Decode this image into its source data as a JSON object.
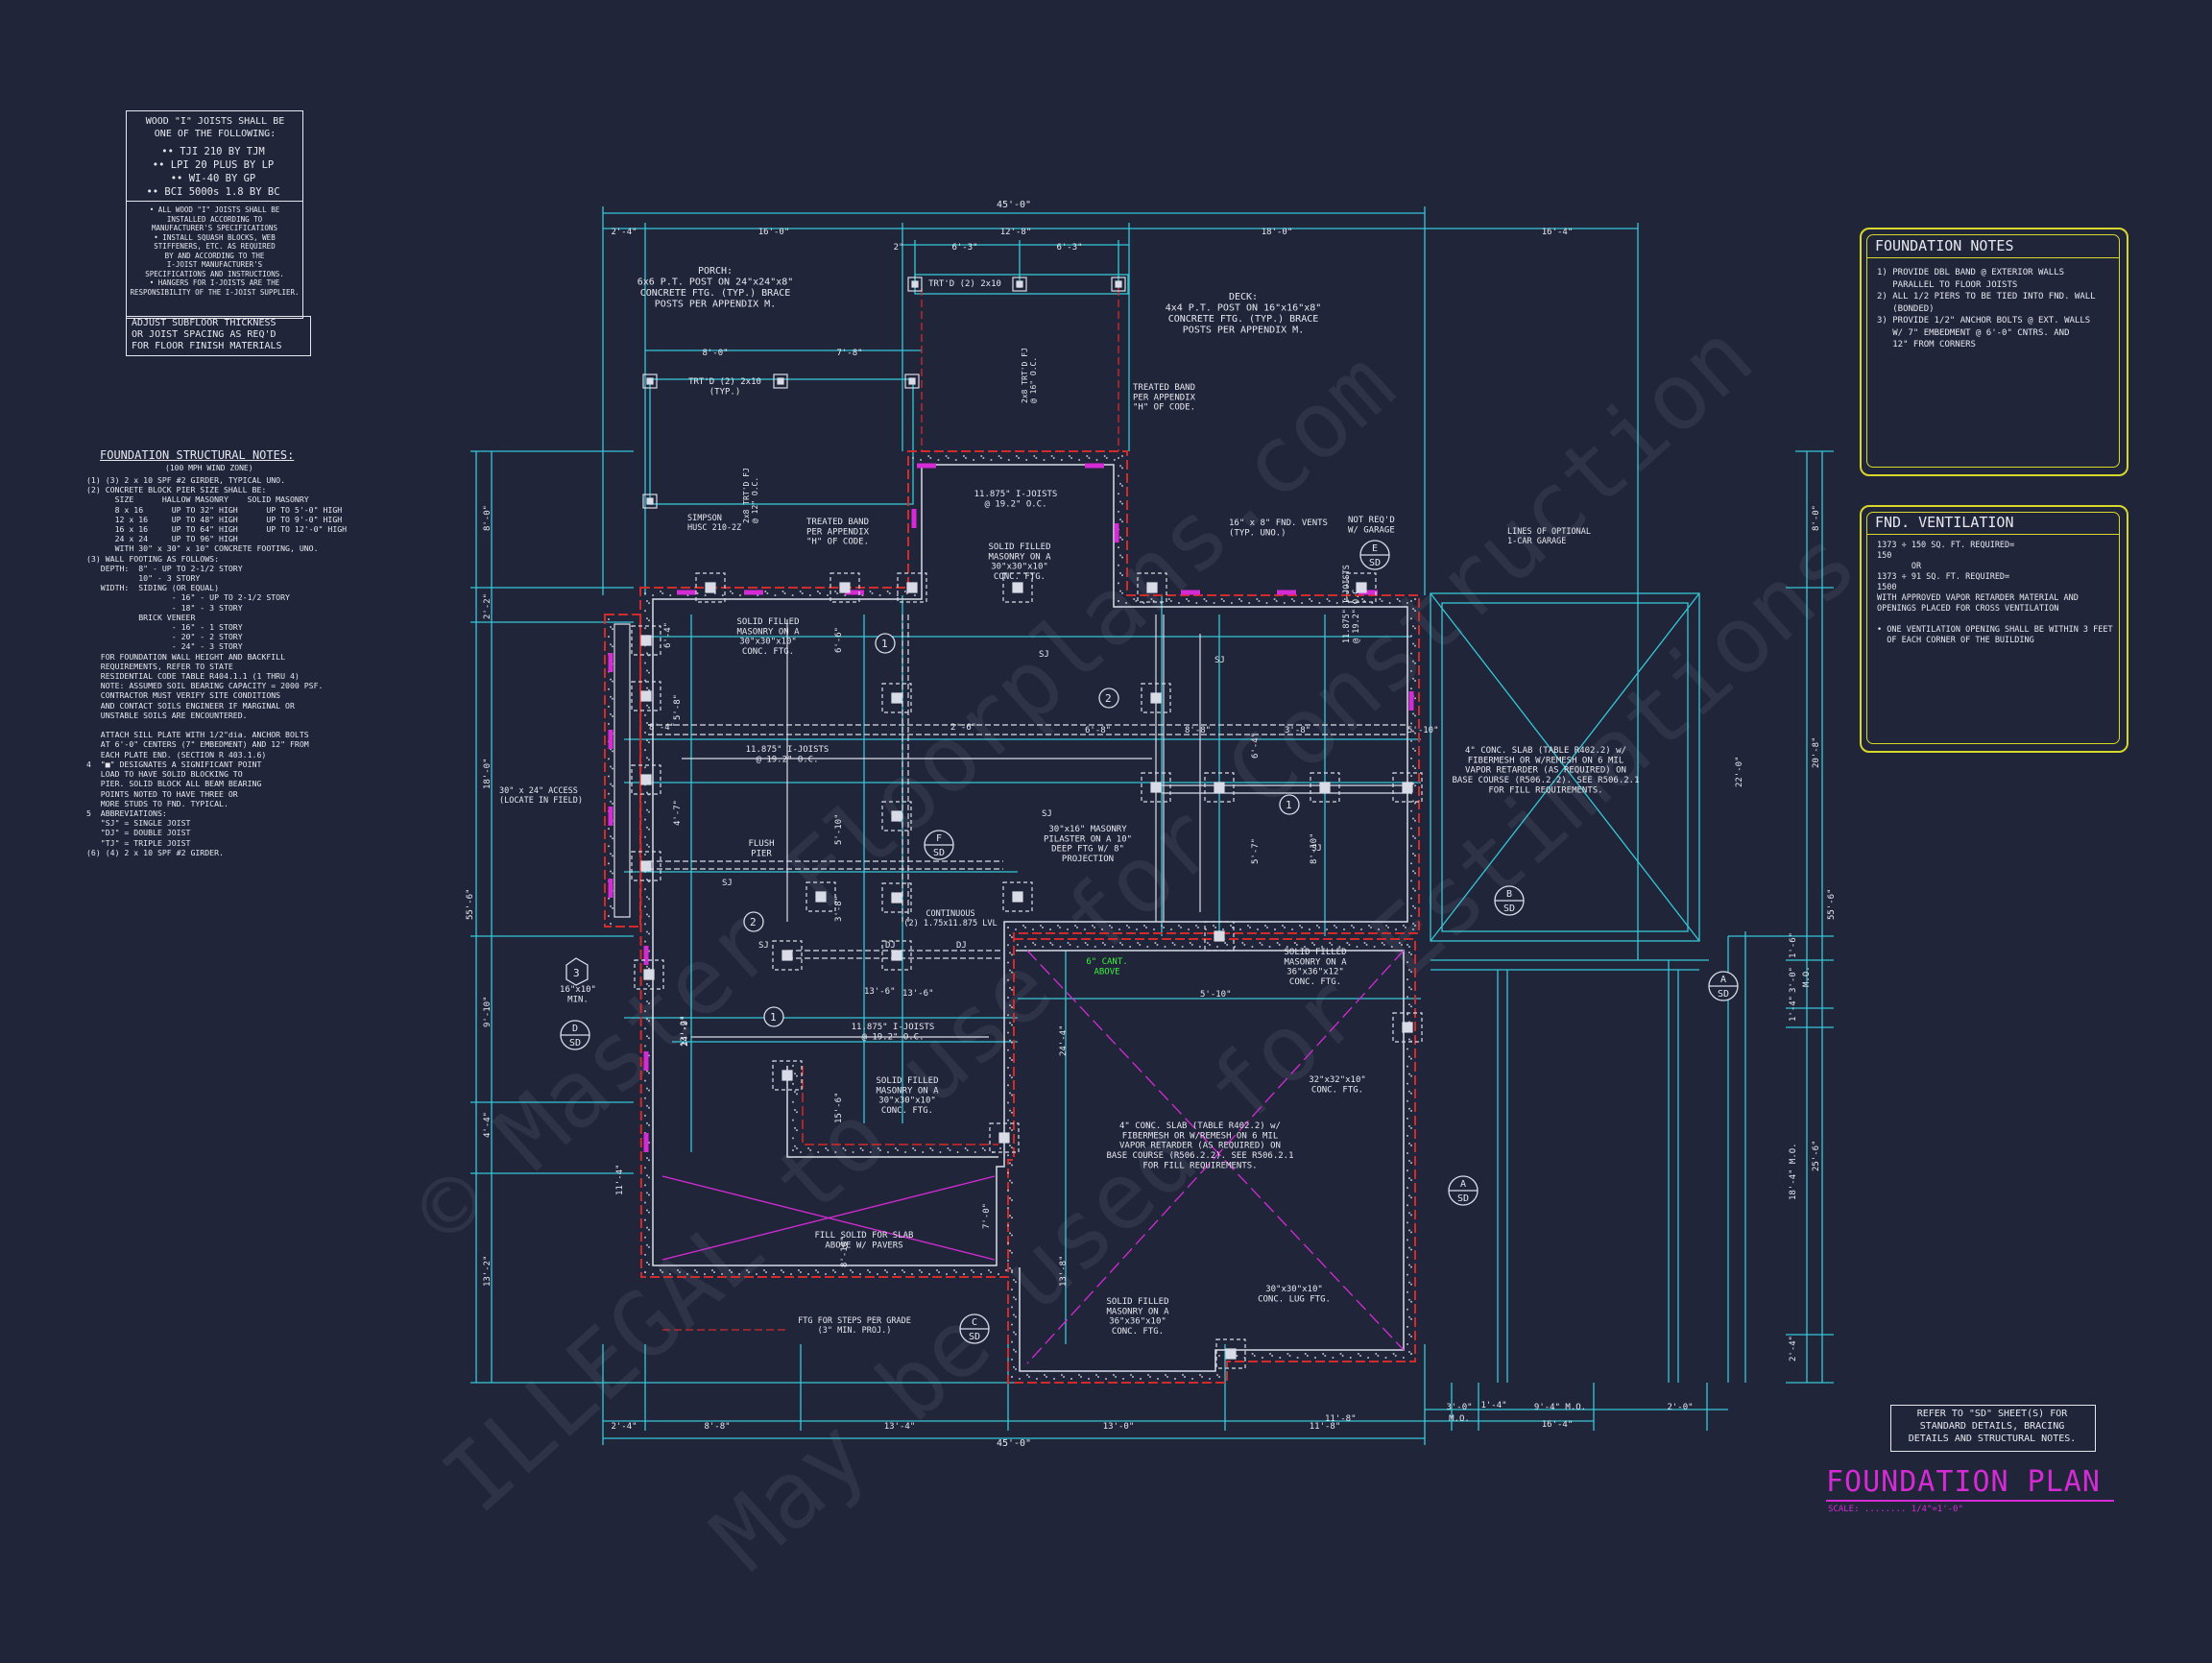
{
  "colors": {
    "background": "#21253a",
    "dimension": "#35c8d6",
    "wall": "#d9dce6",
    "magenta": "#d42bd4",
    "red": "#d22b2b",
    "yellow": "#d7d72c",
    "green": "#3df03d",
    "text": "#e6e8ee"
  },
  "watermark": {
    "line1": "© Master Floorplans.com",
    "line2": "ILLEGAL to use for Construction",
    "line3": "May be used for Estimations"
  },
  "joist_box": {
    "header": "WOOD \"I\" JOISTS SHALL BE\nONE OF THE FOLLOWING:",
    "options": "•• TJI 210 BY TJM\n•• LPI 20 PLUS BY LP\n•• WI-40 BY GP\n•• BCI 5000s 1.8 BY BC",
    "notes": "• ALL WOOD \"I\" JOISTS SHALL BE\nINSTALLED ACCORDING TO\nMANUFACTURER'S SPECIFICATIONS\n• INSTALL SQUASH BLOCKS, WEB\nSTIFFENERS, ETC. AS REQUIRED\nBY AND ACCORDING TO THE\nI-JOIST MANUFACTURER'S\nSPECIFICATIONS AND INSTRUCTIONS.\n• HANGERS FOR I-JOISTS ARE THE\nRESPONSIBILITY OF THE I-JOIST SUPPLIER.",
    "subfloor": "ADJUST SUBFLOOR THICKNESS\nOR JOIST SPACING AS REQ'D\nFOR FLOOR FINISH MATERIALS"
  },
  "structural_notes": {
    "title": "FOUNDATION STRUCTURAL NOTES:",
    "subtitle": "(100 MPH WIND ZONE)",
    "body": "(1) (3) 2 x 10 SPF #2 GIRDER, TYPICAL UNO.\n(2) CONCRETE BLOCK PIER SIZE SHALL BE:\n      SIZE      HALLOW MASONRY    SOLID MASONRY\n      8 x 16      UP TO 32\" HIGH      UP TO 5'-0\" HIGH\n      12 x 16     UP TO 48\" HIGH      UP TO 9'-0\" HIGH\n      16 x 16     UP TO 64\" HIGH      UP TO 12'-0\" HIGH\n      24 x 24     UP TO 96\" HIGH\n      WITH 30\" x 30\" x 10\" CONCRETE FOOTING, UNO.\n(3) WALL FOOTING AS FOLLOWS:\n   DEPTH:  8\" - UP TO 2-1/2 STORY\n           10\" - 3 STORY\n   WIDTH:  SIDING (OR EQUAL)\n                  - 16\" - UP TO 2-1/2 STORY\n                  - 18\" - 3 STORY\n           BRICK VENEER\n                  - 16\" - 1 STORY\n                  - 20\" - 2 STORY\n                  - 24\" - 3 STORY\n   FOR FOUNDATION WALL HEIGHT AND BACKFILL\n   REQUIREMENTS, REFER TO STATE\n   RESIDENTIAL CODE TABLE R404.1.1 (1 THRU 4)\n   NOTE: ASSUMED SOIL BEARING CAPACITY = 2000 PSF.\n   CONTRACTOR MUST VERIFY SITE CONDITIONS\n   AND CONTACT SOILS ENGINEER IF MARGINAL OR\n   UNSTABLE SOILS ARE ENCOUNTERED.\n\n   ATTACH SILL PLATE WITH 1/2\"dia. ANCHOR BOLTS\n   AT 6'-0\" CENTERS (7\" EMBEDMENT) AND 12\" FROM\n   EACH PLATE END. (SECTION R 403.1.6)\n4  \"■\" DESIGNATES A SIGNIFICANT POINT\n   LOAD TO HAVE SOLID BLOCKING TO\n   PIER. SOLID BLOCK ALL BEAM BEARING\n   POINTS NOTED TO HAVE THREE OR\n   MORE STUDS TO FND. TYPICAL.\n5  ABBREVIATIONS:\n   \"SJ\" = SINGLE JOIST\n   \"DJ\" = DOUBLE JOIST\n   \"TJ\" = TRIPLE JOIST\n(6) (4) 2 x 10 SPF #2 GIRDER."
  },
  "foundation_notes": {
    "title": "FOUNDATION NOTES",
    "body": "1) PROVIDE DBL BAND @ EXTERIOR WALLS\n   PARALLEL TO FLOOR JOISTS\n2) ALL 1/2 PIERS TO BE TIED INTO FND. WALL\n   (BONDED)\n3) PROVIDE 1/2\" ANCHOR BOLTS @ EXT. WALLS\n   W/ 7\" EMBEDMENT @ 6'-0\" CNTRS. AND\n   12\" FROM CORNERS"
  },
  "ventilation": {
    "title": "FND. VENTILATION",
    "body": "1373 ÷ 150 SQ. FT. REQUIRED=\n150\n       OR\n1373 ÷ 91 SQ. FT. REQUIRED=\n1500\nWITH APPROVED VAPOR RETARDER MATERIAL AND\nOPENINGS PLACED FOR CROSS VENTILATION\n\n• ONE VENTILATION OPENING SHALL BE WITHIN 3 FEET\n  OF EACH CORNER OF THE BUILDING"
  },
  "refer_note": "REFER TO \"SD\" SHEET(S) FOR\nSTANDARD DETAILS, BRACING\nDETAILS AND STRUCTURAL NOTES.",
  "title_block": {
    "title": "FOUNDATION PLAN",
    "scale": "SCALE: ........ 1/4\"=1'-0\""
  },
  "dimensions": {
    "overall_top": "45'-0\"",
    "overall_bottom": "45'-0\"",
    "top_segments": [
      "2'-4\"",
      "16'-0\"",
      "12'-8\"",
      "18'-0\"",
      "16'-4\""
    ],
    "top_sub": [
      "6'-3\"",
      "6'-3\"",
      "2\""
    ],
    "porch_sub": [
      "8'-0\"",
      "7'-8\""
    ],
    "bottom_segments": [
      "2'-4\"",
      "8'-8\"",
      "13'-4\"",
      "13'-0\"",
      "11'-8\""
    ],
    "bottom_right": [
      "3'-0\"",
      "1'-4\"",
      "9'-4\" M.O.",
      "2'-0\"",
      "M.O.",
      "16'-4\""
    ],
    "left_overall": "55'-6\"",
    "left_segments": [
      "8'-0\"",
      "2'-2\"",
      "18'-0\"",
      "9'-10\"",
      "4'-4\"",
      "11'-4\"",
      "13'-2\""
    ],
    "right_overall": "55'-6\"",
    "right_segments": [
      "8'-0\"",
      "20'-8\"",
      "22'-0\"",
      "1'-6\"",
      "3'-0\"",
      "1'-4\"",
      "25'-6\"",
      "18'-4\" M.O.",
      "2'-4\"",
      "M.O."
    ],
    "inner": [
      "6'-4\"",
      "6'-6\"",
      "5'-8\"",
      "4'-7\"",
      "5'-10\"",
      "3'-8\"",
      "8'-4\"",
      "2'-6\"",
      "6'-8\"",
      "8'-8\"",
      "3'-8\"",
      "5'-10\"",
      "6'-4\"",
      "5'-7\"",
      "8'-10\"",
      "5'-10\"",
      "24'-4\"",
      "13'-8\"",
      "13'-2\"",
      "8'-10\"",
      "13'-6\"",
      "24'-9\"",
      "15'-6\"",
      "7'-0\"",
      "13'-6\"",
      "11'-8\""
    ]
  },
  "labels": {
    "porch": "PORCH:\n6x6 P.T. POST ON 24\"x24\"x8\"\nCONCRETE FTG. (TYP.) BRACE\nPOSTS PER APPENDIX M.",
    "deck": "DECK:\n4x4 P.T. POST ON 16\"x16\"x8\"\nCONCRETE FTG. (TYP.) BRACE\nPOSTS PER APPENDIX M.",
    "trtd_top": "TRT'D (2) 2x10",
    "trtd_left": "TRT'D (2) 2x10\n(TYP.)",
    "trtd_vert1": "2x8 TRT'D FJ\n@ 16\" O.C.",
    "trtd_vert2": "2x8 TRT'D FJ\n@ 12\" O.C.",
    "treated_band_right": "TREATED BAND\nPER APPENDIX\n\"H\" OF CODE.",
    "treated_band_left": "TREATED BAND\nPER APPENDIX\n\"H\" OF CODE.",
    "simpson": "SIMPSON\nHUSC 210-2Z",
    "ijoist_top": "11.875\" I-JOISTS\n@ 19.2\" O.C.",
    "solid_filled_top": "SOLID FILLED\nMASONRY ON A\n30\"x30\"x10\"\nCONC. FTG.",
    "fnd_vents": "16\" x 8\" FND. VENTS\n(TYP. UNO.)",
    "not_reqd": "NOT REQ'D\nW/ GARAGE",
    "optional_garage": "LINES OF OPTIONAL\n1-CAR GARAGE",
    "solid_filled_left": "SOLID FILLED\nMASONRY ON A\n30\"x30\"x10\"\nCONC. FTG.",
    "ijoist_right": "11.875\" I-JOISTS\n@ 19.2\" O.C.",
    "ijoist_mid": "11.875\" I-JOISTS\n@ 19.2\" O.C.",
    "garage_slab": "4\" CONC. SLAB (TABLE R402.2) w/\nFIBERMESH OR W/REMESH ON 6 MIL\nVAPOR RETARDER (AS REQUIRED) ON\nBASE COURSE (R506.2.2). SEE R506.2.1\nFOR FILL REQUIREMENTS.",
    "access": "30\" x 24\" ACCESS\n(LOCATE IN FIELD)",
    "flush_pier": "FLUSH\nPIER",
    "masonry_pilaster": "30\"x16\" MASONRY\nPILASTER ON A 10\"\nDEEP FTG W/ 8\"\nPROJECTION",
    "continuous": "CONTINUOUS\n(2) 1.75x11.875 LVL",
    "cant_above": "6\" CANT.\nABOVE",
    "solid_filled_right": "SOLID FILLED\nMASONRY ON A\n36\"x36\"x12\"\nCONC. FTG.",
    "min": "16\"x10\"\nMIN.",
    "ijoist_bottom": "11.875\" I-JOISTS\n@ 19.2\" O.C.",
    "solid_filled_mid": "SOLID FILLED\nMASONRY ON A\n30\"x30\"x10\"\nCONC. FTG.",
    "ftg_32": "32\"x32\"x10\"\nCONC. FTG.",
    "slab_center": "4\" CONC. SLAB (TABLE R402.2) w/\nFIBERMESH OR W/REMESH ON 6 MIL\nVAPOR RETARDER (AS REQUIRED) ON\nBASE COURSE (R506.2.2). SEE R506.2.1\nFOR FILL REQUIREMENTS.",
    "fill_solid": "FILL SOLID FOR SLAB\nABOVE W/ PAVERS",
    "steps": "FTG FOR STEPS PER GRADE\n(3\" MIN. PROJ.)",
    "solid_filled_bottom": "SOLID FILLED\nMASONRY ON A\n36\"x36\"x10\"\nCONC. FTG.",
    "lug_ftg": "30\"x30\"x10\"\nCONC. LUG FTG.",
    "sj": "SJ",
    "dj": "DJ"
  },
  "section_tags": [
    {
      "letter": "E",
      "sheet": "SD"
    },
    {
      "letter": "B",
      "sheet": "SD"
    },
    {
      "letter": "A",
      "sheet": "SD"
    },
    {
      "letter": "A",
      "sheet": "SD"
    },
    {
      "letter": "D",
      "sheet": "SD"
    },
    {
      "letter": "C",
      "sheet": "SD"
    },
    {
      "letter": "F",
      "sheet": "SD"
    }
  ],
  "callouts": [
    "1",
    "2",
    "1",
    "2",
    "1",
    "3"
  ]
}
